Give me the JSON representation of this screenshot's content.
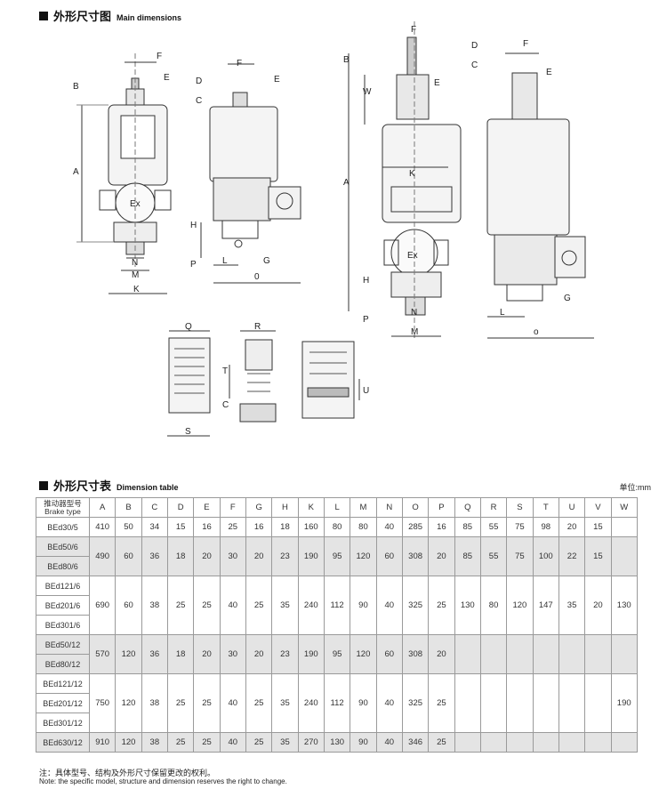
{
  "section1": {
    "title_cn": "外形尺寸图",
    "title_en": "Main dimensions"
  },
  "section2": {
    "title_cn": "外形尺寸表",
    "title_en": "Dimension table"
  },
  "unit": "单位:mm",
  "table": {
    "type_header_cn": "推动器型号",
    "type_header_en": "Brake type",
    "columns": [
      "A",
      "B",
      "C",
      "D",
      "E",
      "F",
      "G",
      "H",
      "K",
      "L",
      "M",
      "N",
      "O",
      "P",
      "Q",
      "R",
      "S",
      "T",
      "U",
      "V",
      "W"
    ],
    "groups": [
      {
        "shade": "odd",
        "types": [
          "BEd30/5"
        ],
        "values": [
          "410",
          "50",
          "34",
          "15",
          "16",
          "25",
          "16",
          "18",
          "160",
          "80",
          "80",
          "40",
          "285",
          "16",
          "85",
          "55",
          "75",
          "98",
          "20",
          "15",
          ""
        ]
      },
      {
        "shade": "even",
        "types": [
          "BEd50/6",
          "BEd80/6"
        ],
        "values": [
          "490",
          "60",
          "36",
          "18",
          "20",
          "30",
          "20",
          "23",
          "190",
          "95",
          "120",
          "60",
          "308",
          "20",
          "85",
          "55",
          "75",
          "100",
          "22",
          "15",
          ""
        ]
      },
      {
        "shade": "odd",
        "types": [
          "BEd121/6",
          "BEd201/6",
          "BEd301/6"
        ],
        "values": [
          "690",
          "60",
          "38",
          "25",
          "25",
          "40",
          "25",
          "35",
          "240",
          "112",
          "90",
          "40",
          "325",
          "25",
          "130",
          "80",
          "120",
          "147",
          "35",
          "20",
          "130"
        ]
      },
      {
        "shade": "even",
        "types": [
          "BEd50/12",
          "BEd80/12"
        ],
        "values": [
          "570",
          "120",
          "36",
          "18",
          "20",
          "30",
          "20",
          "23",
          "190",
          "95",
          "120",
          "60",
          "308",
          "20",
          "",
          "",
          "",
          "",
          "",
          "",
          ""
        ]
      },
      {
        "shade": "odd",
        "types": [
          "BEd121/12",
          "BEd201/12",
          "BEd301/12"
        ],
        "values": [
          "750",
          "120",
          "38",
          "25",
          "25",
          "40",
          "25",
          "35",
          "240",
          "112",
          "90",
          "40",
          "325",
          "25",
          "",
          "",
          "",
          "",
          "",
          "",
          "190"
        ]
      },
      {
        "shade": "even",
        "types": [
          "BEd630/12"
        ],
        "values": [
          "910",
          "120",
          "38",
          "25",
          "25",
          "40",
          "25",
          "35",
          "270",
          "130",
          "90",
          "40",
          "346",
          "25",
          "",
          "",
          "",
          "",
          "",
          "",
          ""
        ]
      }
    ]
  },
  "notes": {
    "cn": "注：具体型号、结构及外形尺寸保留更改的权利。",
    "en": "Note: the specific model, structure and dimension reserves the right to change."
  },
  "drawing_labels": {
    "f": "F",
    "b": "B",
    "e": "E",
    "a": "A",
    "k": "K",
    "m": "M",
    "n": "N",
    "d": "D",
    "c": "C",
    "h": "H",
    "p": "P",
    "l": "L",
    "g": "G",
    "o": "0",
    "o2": "o",
    "w": "W",
    "q": "Q",
    "s": "S",
    "r": "R",
    "t": "T",
    "u": "U",
    "ex": "Ex"
  }
}
